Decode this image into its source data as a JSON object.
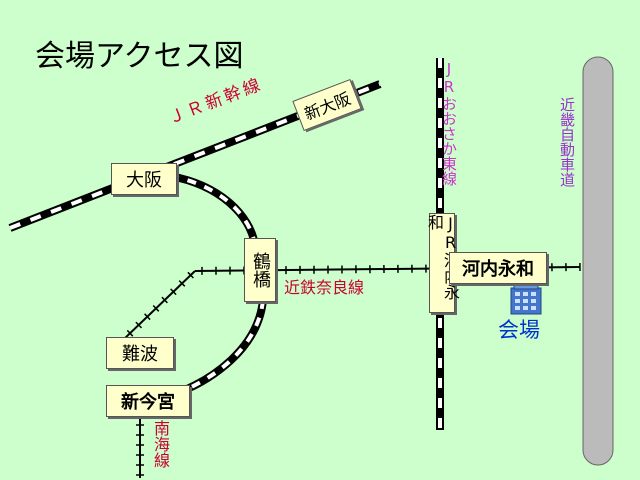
{
  "title": "会場アクセス図",
  "lines": {
    "jr_shinkansen": "ＪＲ新幹線",
    "jr_osaka_higashi": "JRおおさか東線",
    "kintetsu_nara": "近鉄奈良線",
    "nankai": "南海線",
    "kinki_expressway": "近畿自動車道"
  },
  "stations": {
    "shin_osaka": "新大阪",
    "osaka": "大阪",
    "tsuruhashi": "鶴橋",
    "namba": "難波",
    "shin_imamiya": "新今宮",
    "jr_kawachi_eiwa": "JR河内永和",
    "kawachi_eiwa": "河内永和"
  },
  "venue": {
    "label": "会場",
    "icon": "building-icon"
  },
  "colors": {
    "background": "#ccffcc",
    "line_label": "#cc0033",
    "jr_osaka_higashi_label": "#cc33cc",
    "expressway_label": "#9933cc",
    "venue_label": "#0033cc",
    "station_fill": "#ffffcc",
    "expressway_fill": "#bbbbbb"
  }
}
